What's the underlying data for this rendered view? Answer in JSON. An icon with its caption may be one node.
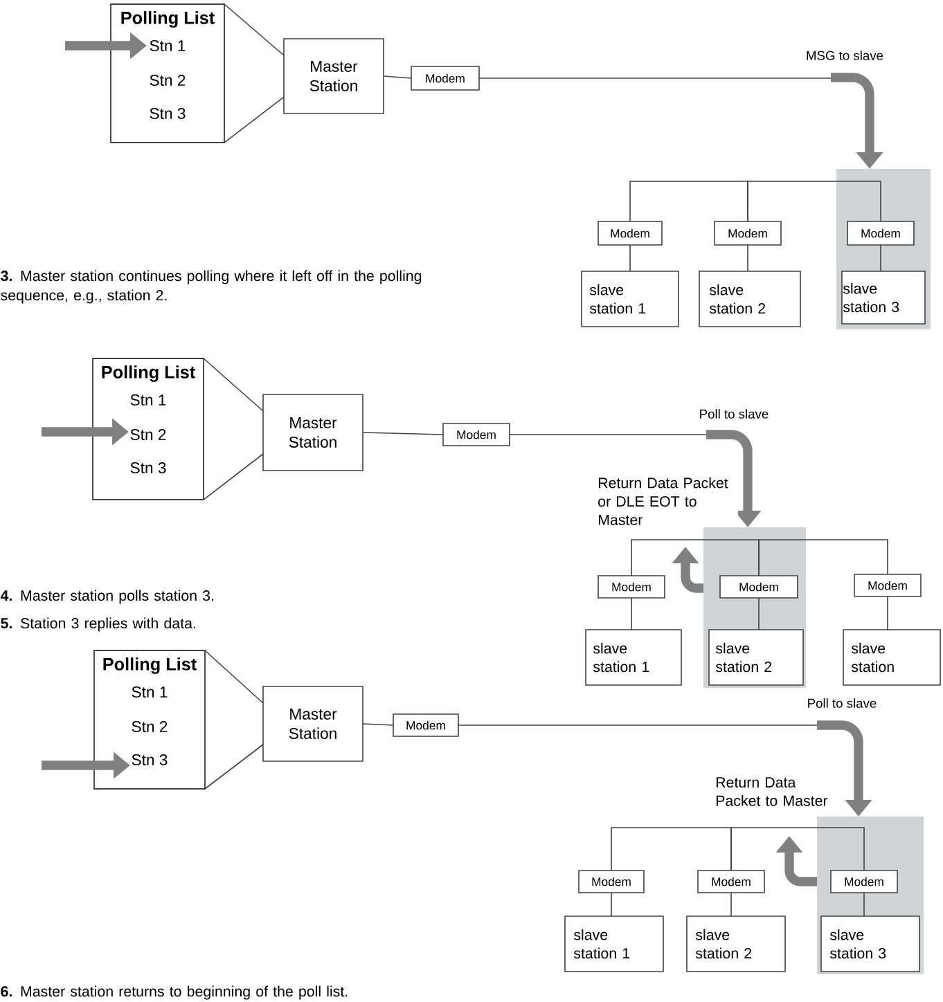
{
  "diagram": {
    "nodes": [
      {
        "text": [
          "Polling List",
          "Stn 1",
          "Stn 2",
          "Stn 3"
        ]
      },
      {
        "text": [
          "Master Station"
        ]
      },
      {
        "text": [
          "Modem"
        ]
      },
      {
        "text": [
          "Modem"
        ]
      },
      {
        "text": [
          "slave station 1"
        ]
      },
      {
        "text": [
          "Modem"
        ]
      },
      {
        "text": [
          "slave station 2"
        ]
      },
      {
        "text": [],
        "shape": "box"
      },
      {
        "text": [
          "Modem"
        ],
        "in": 7
      },
      {
        "text": [
          "slave station 3"
        ],
        "in": 7
      },
      {
        "text": [
          "Polling List",
          "Stn 1",
          "Stn 2",
          "Stn 3"
        ]
      },
      {
        "text": [
          "Master Station"
        ]
      },
      {
        "text": [
          "Modem"
        ]
      },
      {
        "text": [
          "Modem"
        ]
      },
      {
        "text": [
          "slave station 1"
        ]
      },
      {
        "text": [],
        "shape": "box"
      },
      {
        "text": [
          "Modem"
        ],
        "in": 15
      },
      {
        "text": [
          "slave station 2"
        ],
        "in": 15
      },
      {
        "text": [
          "Modem"
        ]
      },
      {
        "text": [
          "slave station"
        ]
      },
      {
        "text": [
          "Polling List",
          "Stn 1",
          "Stn 2",
          "Stn 3"
        ]
      },
      {
        "text": [
          "Master Station"
        ]
      },
      {
        "text": [
          "Modem"
        ]
      },
      {
        "text": [
          "Modem"
        ]
      },
      {
        "text": [
          "slave station 1"
        ]
      },
      {
        "text": [
          "Modem"
        ]
      },
      {
        "text": [
          "slave station 2"
        ]
      },
      {
        "text": [],
        "shape": "box"
      },
      {
        "text": [
          "Modem"
        ],
        "in": 27
      },
      {
        "text": [
          "slave station 3"
        ],
        "in": 27
      }
    ],
    "edges": [
      {
        "from": 1,
        "to": 0,
        "arrow": "none"
      },
      {
        "from": null,
        "to": 0,
        "arrow": "to",
        "style": "thick",
        "color": "#808080"
      },
      {
        "from": 1,
        "to": 2,
        "arrow": "none"
      },
      {
        "from": 2,
        "to": null,
        "arrow": "none"
      },
      {
        "from": 3,
        "to": 5,
        "arrow": "none"
      },
      {
        "from": 5,
        "to": 8,
        "arrow": "none"
      },
      {
        "from": 3,
        "to": 4,
        "arrow": "none"
      },
      {
        "from": 5,
        "to": 6,
        "arrow": "none"
      },
      {
        "from": 8,
        "to": 9,
        "arrow": "none"
      },
      {
        "from": 11,
        "to": 10,
        "arrow": "none"
      },
      {
        "from": null,
        "to": 10,
        "arrow": "to",
        "style": "thick",
        "color": "#808080"
      },
      {
        "from": 11,
        "to": 12,
        "arrow": "none"
      },
      {
        "from": 12,
        "to": null,
        "arrow": "none"
      },
      {
        "from": 15,
        "to": null,
        "arrow": "to",
        "label": "Return Data Packet or DLE EOT to Master",
        "style": "thick",
        "color": "#808080"
      },
      {
        "from": 13,
        "to": 16,
        "arrow": "none"
      },
      {
        "from": 16,
        "to": 18,
        "arrow": "none"
      },
      {
        "from": 13,
        "to": 14,
        "arrow": "none"
      },
      {
        "from": 16,
        "to": 17,
        "arrow": "none"
      },
      {
        "from": 18,
        "to": 19,
        "arrow": "none"
      },
      {
        "from": 21,
        "to": 20,
        "arrow": "none"
      },
      {
        "from": null,
        "to": 20,
        "arrow": "to",
        "style": "thick",
        "color": "#808080"
      },
      {
        "from": 21,
        "to": 22,
        "arrow": "none"
      },
      {
        "from": 22,
        "to": null,
        "arrow": "none"
      },
      {
        "from": 27,
        "to": null,
        "arrow": "to",
        "label": "Return Data Packet to Master",
        "style": "thick",
        "color": "#808080"
      },
      {
        "from": 23,
        "to": 25,
        "arrow": "none"
      },
      {
        "from": 25,
        "to": 28,
        "arrow": "none"
      },
      {
        "from": 23,
        "to": 24,
        "arrow": "none"
      },
      {
        "from": 25,
        "to": 26,
        "arrow": "none"
      },
      {
        "from": 28,
        "to": 29,
        "arrow": "none"
      },
      {
        "from": null,
        "to": 7,
        "arrow": "to",
        "label": "MSG to slave",
        "style": "thick",
        "color": "#808080"
      },
      {
        "from": null,
        "to": 15,
        "arrow": "to",
        "label": "Poll to slave",
        "style": "thick",
        "color": "#808080"
      },
      {
        "from": null,
        "to": 27,
        "arrow": "to",
        "label": "Poll to slave",
        "style": "thick",
        "color": "#808080"
      },
      {
        "from": 1,
        "to": 0,
        "arrow": "none"
      },
      {
        "from": 11,
        "to": 10,
        "arrow": "none"
      },
      {
        "from": 21,
        "to": 20,
        "arrow": "none"
      }
    ],
    "labels": [
      "**3.** Master station continues polling where it left off in the polling sequence, e.g., station 2.",
      "**4.** Master station polls station 3.",
      "**5.** Station 3 replies with data.",
      "**6.** Master station returns to beginning of the poll list."
    ]
  }
}
